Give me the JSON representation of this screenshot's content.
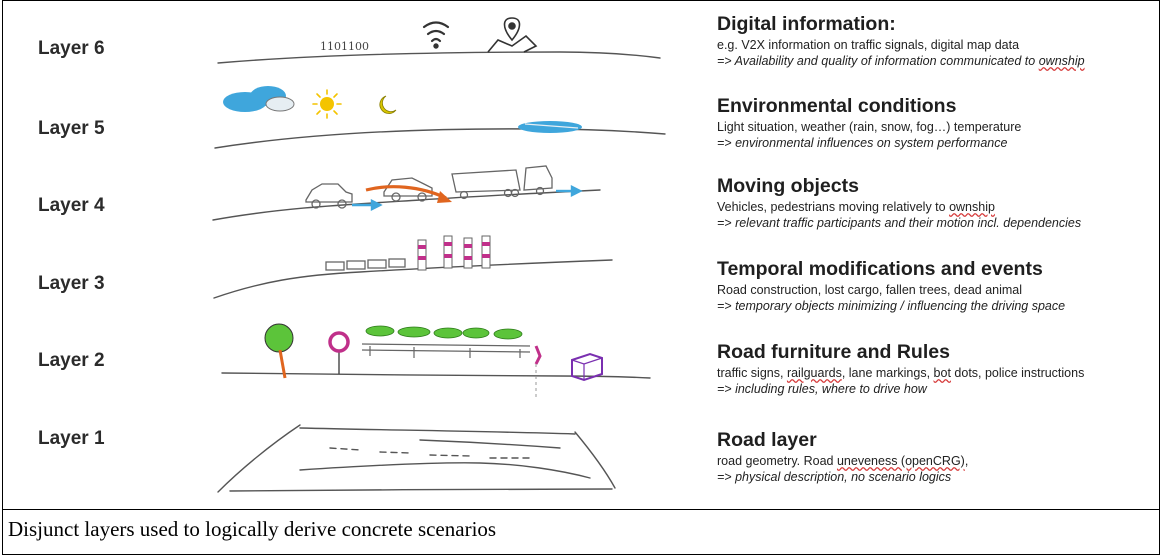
{
  "layers": [
    {
      "label": "Layer 6",
      "title": "Digital information:",
      "line1": "e.g. V2X information on traffic signals, digital map data",
      "line2_pre": "=> Availability and quality of information communicated to ",
      "line2_sq": "ownship",
      "line2_post": ""
    },
    {
      "label": "Layer 5",
      "title": "Environmental conditions",
      "line1": "Light situation, weather (rain, snow, fog…) temperature",
      "line2_pre": "=> environmental influences on system performance",
      "line2_sq": "",
      "line2_post": ""
    },
    {
      "label": "Layer 4",
      "title": "Moving objects",
      "line1_pre": "Vehicles, pedestrians moving relatively to ",
      "line1_sq": "ownship",
      "line2_pre": "=> relevant traffic participants and their motion incl. dependencies",
      "line2_sq": "",
      "line2_post": ""
    },
    {
      "label": "Layer 3",
      "title": "Temporal modifications and events",
      "line1": "Road construction, lost cargo, fallen trees, dead animal",
      "line2_pre": "=> temporary objects minimizing / influencing the driving space",
      "line2_sq": "",
      "line2_post": ""
    },
    {
      "label": "Layer 2",
      "title": "Road furniture and Rules",
      "line1_a": "traffic signs, ",
      "line1_sq1": "railguards",
      "line1_b": ", lane markings, ",
      "line1_sq2": "bot",
      "line1_c": " dots, police instructions",
      "line2_pre": "=> including rules, where to drive how",
      "line2_sq": "",
      "line2_post": ""
    },
    {
      "label": "Layer 1",
      "title": "Road layer",
      "line1_a": "road geometry. Road ",
      "line1_sq": "uneveness (openCRG)",
      "line1_b": ",",
      "line2_pre": "=> physical description, no scenario logics",
      "line2_sq": "",
      "line2_post": ""
    }
  ],
  "sketch_text": {
    "binary": "1101100"
  },
  "caption": "Disjunct layers used to logically derive concrete scenarios",
  "colors": {
    "sky_blue": "#3fa6dc",
    "sun": "#f4c400",
    "arrow_orange": "#e0651f",
    "green": "#5cc43a",
    "magenta": "#c0308a",
    "purple": "#7a2fb0"
  }
}
